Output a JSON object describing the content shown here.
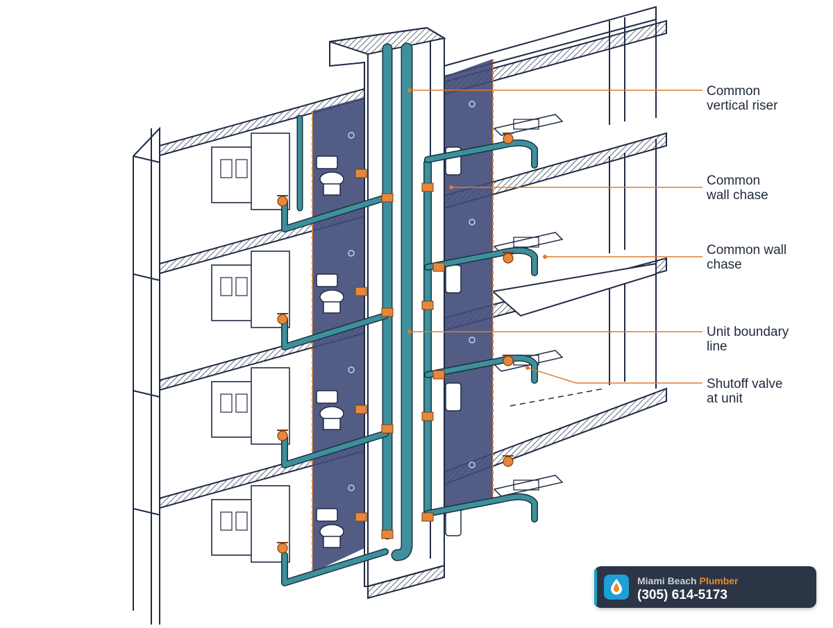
{
  "callouts": [
    {
      "text": "Common\nvertical riser"
    },
    {
      "text": "Common\nwall chase"
    },
    {
      "text": "Common wall\nchase"
    },
    {
      "text": "Unit boundary\nline"
    },
    {
      "text": "Shutoff valve\nat unit"
    }
  ],
  "badge": {
    "brand_prefix": "Miami Beach",
    "brand_accent": "Plumber",
    "phone": "(305) 614-5173",
    "icon": "water-drop-icon"
  },
  "colors": {
    "outline": "#1f2a44",
    "pipe": "#3f8f9c",
    "fitting": "#e8873a",
    "chase": "#3f4a78",
    "leader": "#e07a2e",
    "badge_bg": "#2b3546",
    "badge_accent": "#f08a24"
  }
}
